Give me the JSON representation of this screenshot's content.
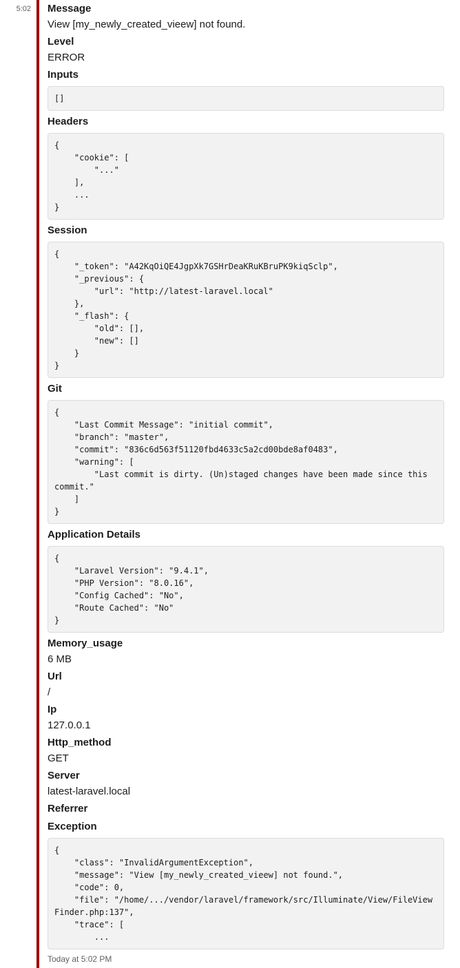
{
  "message": {
    "time": "5:02",
    "accent_color": "#a30200",
    "footer": "Today at 5:02 PM"
  },
  "fields": {
    "message": {
      "title": "Message",
      "value": "View [my_newly_created_vieew] not found."
    },
    "level": {
      "title": "Level",
      "value": "ERROR"
    },
    "inputs": {
      "title": "Inputs",
      "code": "[]"
    },
    "headers": {
      "title": "Headers",
      "code": "{\n    \"cookie\": [\n        \"...\"\n    ],\n    ...\n}"
    },
    "session": {
      "title": "Session",
      "code": "{\n    \"_token\": \"A42KqOiQE4JgpXk7GSHrDeaKRuKBruPK9kiqSclp\",\n    \"_previous\": {\n        \"url\": \"http://latest-laravel.local\"\n    },\n    \"_flash\": {\n        \"old\": [],\n        \"new\": []\n    }\n}"
    },
    "git": {
      "title": "Git",
      "code": "{\n    \"Last Commit Message\": \"initial commit\",\n    \"branch\": \"master\",\n    \"commit\": \"836c6d563f51120fbd4633c5a2cd00bde8af0483\",\n    \"warning\": [\n        \"Last commit is dirty. (Un)staged changes have been made since this commit.\"\n    ]\n}"
    },
    "application_details": {
      "title": "Application Details",
      "code": "{\n    \"Laravel Version\": \"9.4.1\",\n    \"PHP Version\": \"8.0.16\",\n    \"Config Cached\": \"No\",\n    \"Route Cached\": \"No\"\n}"
    },
    "memory_usage": {
      "title": "Memory_usage",
      "value": "6 MB"
    },
    "url": {
      "title": "Url",
      "value": "/"
    },
    "ip": {
      "title": "Ip",
      "value": "127.0.0.1"
    },
    "http_method": {
      "title": "Http_method",
      "value": "GET"
    },
    "server": {
      "title": "Server",
      "value": "latest-laravel.local"
    },
    "referrer": {
      "title": "Referrer",
      "value": ""
    },
    "exception": {
      "title": "Exception",
      "code": "{\n    \"class\": \"InvalidArgumentException\",\n    \"message\": \"View [my_newly_created_vieew] not found.\",\n    \"code\": 0,\n    \"file\": \"/home/.../vendor/laravel/framework/src/Illuminate/View/FileViewFinder.php:137\",\n    \"trace\": [\n        ..."
    }
  }
}
